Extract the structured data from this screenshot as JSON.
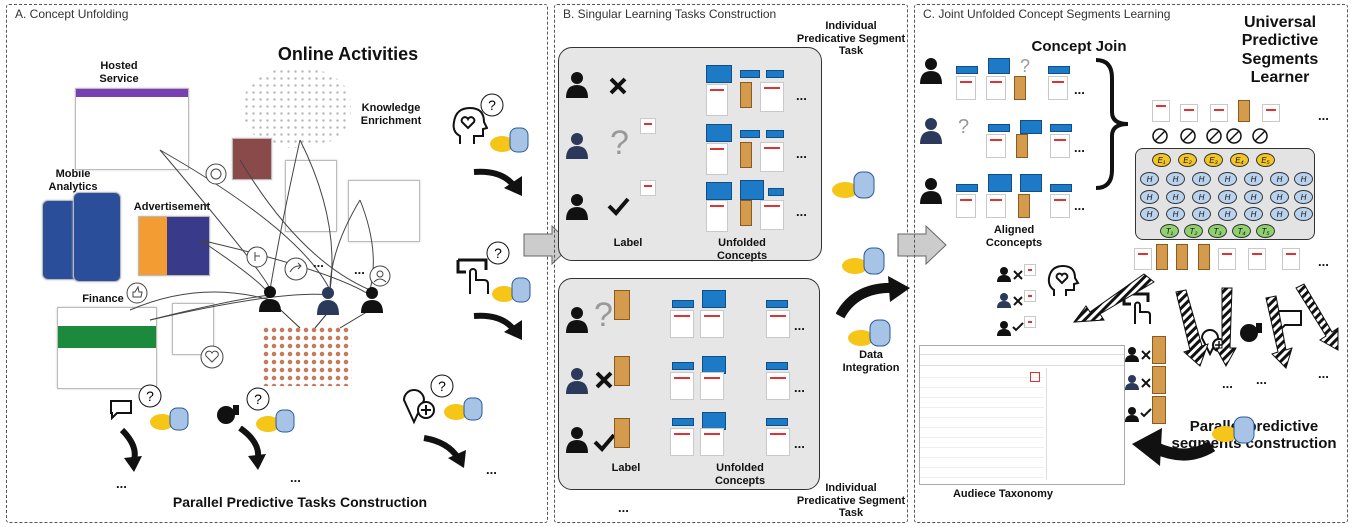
{
  "panels": {
    "a_title": "A. Concept Unfolding",
    "b_title": "B. Singular Learning Tasks Construction",
    "c_title": "C. Joint Unfolded Concept Segments Learning"
  },
  "panel_a": {
    "online_activities": "Online Activities",
    "hosted_service": "Hosted Service",
    "knowledge_enrichment": "Knowledge Enrichment",
    "mobile_analytics": "Mobile Analytics",
    "advertisement": "Advertisement",
    "finance": "Finance",
    "parallel_tasks": "Parallel Predictive Tasks Construction",
    "ellipsis": "..."
  },
  "panel_b": {
    "individual_task_top": "Individual Predicative Segment Task",
    "individual_task_bottom": "Individual Predicative Segment Task",
    "label": "Label",
    "unfolded_concepts": "Unfolded Concepts",
    "data_integration": "Data Integration",
    "ellipsis": "..."
  },
  "panel_c": {
    "concept_join": "Concept Join",
    "universal_learner": "Universal Predictive Segments Learner",
    "aligned_concepts": "Aligned Cconcepts",
    "parallel_construction": "Parallel predictive segments construction",
    "audience_taxonomy": "Audiece Taxonomy",
    "ellipsis": "...",
    "e_labels": [
      "E₁",
      "E₂",
      "E₃",
      "E₄",
      "E₅"
    ],
    "h_label": "H",
    "t_labels": [
      "T₁",
      "T₂",
      "T₃",
      "T₄",
      "T₅"
    ]
  },
  "colors": {
    "concept_blue": "#1c7ac6",
    "embedding_yellow": "#f3c526",
    "hidden_blue": "#b9d3ef",
    "task_green": "#8fd16f",
    "panel_grey": "#e6e6e6"
  },
  "icons": [
    "person-icon",
    "cross-icon",
    "question-icon",
    "check-icon",
    "heart-head-icon",
    "touch-icon",
    "location-icon",
    "globe-icon",
    "chat-icon",
    "hadoop-db-icon",
    "curved-arrow-icon",
    "block-arrow-icon"
  ]
}
